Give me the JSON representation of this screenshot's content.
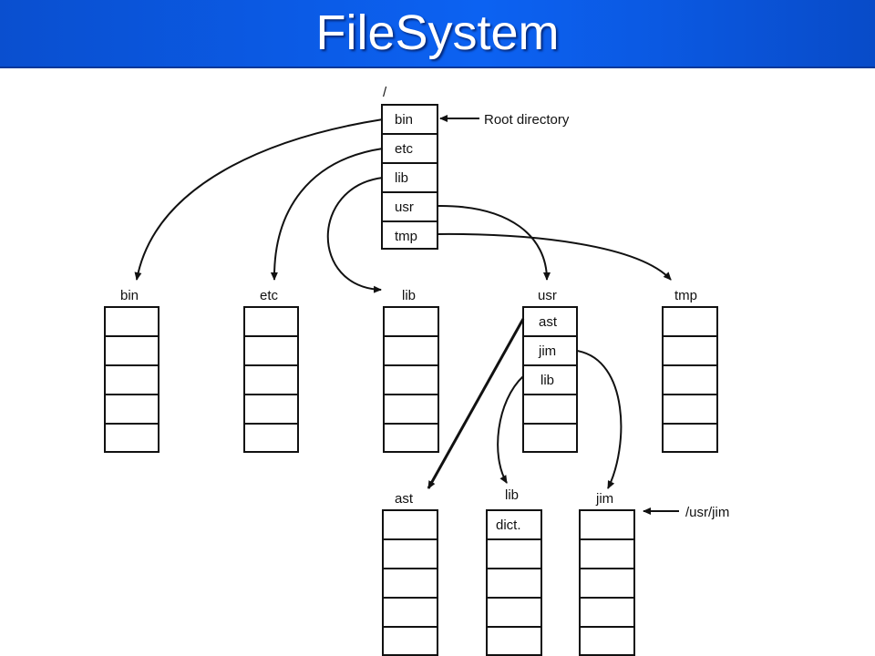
{
  "title": "FileSystem",
  "root": {
    "label": "/",
    "entries": [
      "bin",
      "etc",
      "lib",
      "usr",
      "tmp"
    ],
    "annotation": "Root directory"
  },
  "level1": {
    "bin": {
      "label": "bin",
      "entries": [
        "",
        "",
        "",
        "",
        ""
      ]
    },
    "etc": {
      "label": "etc",
      "entries": [
        "",
        "",
        "",
        "",
        ""
      ]
    },
    "lib": {
      "label": "lib",
      "entries": [
        "",
        "",
        "",
        "",
        ""
      ]
    },
    "usr": {
      "label": "usr",
      "entries": [
        "ast",
        "jim",
        "lib",
        "",
        ""
      ]
    },
    "tmp": {
      "label": "tmp",
      "entries": [
        "",
        "",
        "",
        "",
        ""
      ]
    }
  },
  "level2": {
    "ast": {
      "label": "ast",
      "entries": [
        "",
        "",
        "",
        "",
        ""
      ]
    },
    "lib": {
      "label": "lib",
      "entries": [
        "dict.",
        "",
        "",
        "",
        ""
      ]
    },
    "jim": {
      "label": "jim",
      "entries": [
        "",
        "",
        "",
        "",
        ""
      ],
      "annotation": "/usr/jim"
    }
  }
}
